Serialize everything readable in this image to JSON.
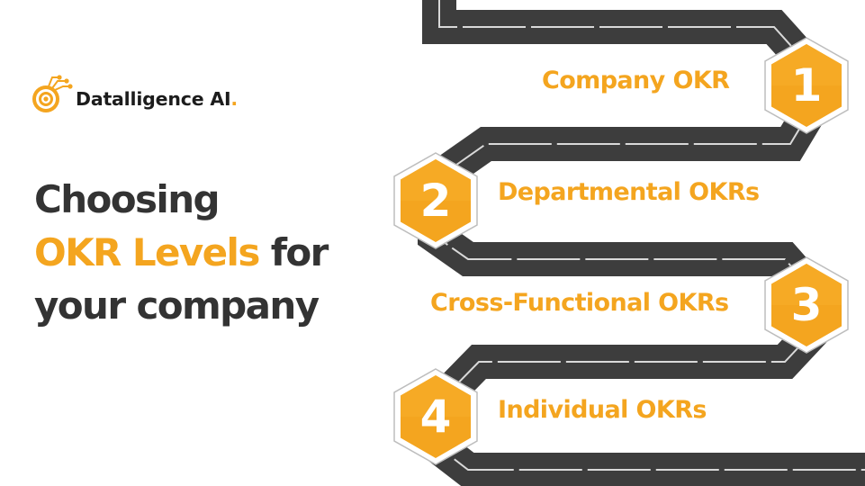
{
  "brand": {
    "name": "Datalligence AI",
    "dot": ".",
    "logo_icon": "target-circuit-icon"
  },
  "title": {
    "line1": "Choosing",
    "line2_highlight": "OKR Levels",
    "line2_rest": " for",
    "line3": "your company"
  },
  "steps": [
    {
      "number": "1",
      "label": "Company OKR"
    },
    {
      "number": "2",
      "label": "Departmental OKRs"
    },
    {
      "number": "3",
      "label": "Cross-Functional OKRs"
    },
    {
      "number": "4",
      "label": "Individual OKRs"
    }
  ],
  "colors": {
    "accent": "#f4a51f",
    "accent_dark": "#e0901a",
    "road": "#3d3d3d",
    "road_line": "#d9d9d9",
    "text_dark": "#333333"
  }
}
